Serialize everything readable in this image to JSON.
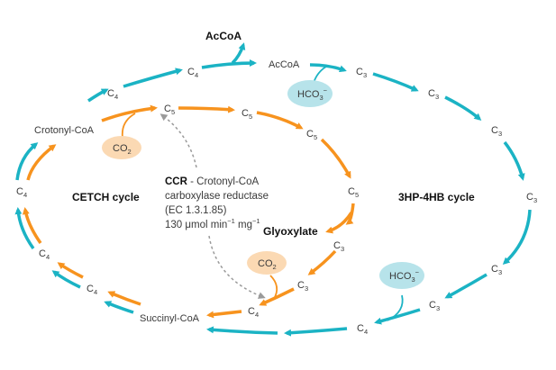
{
  "colors": {
    "teal": "#1bb3c4",
    "orange": "#f7931e",
    "co2_fill": "#fbd9b3",
    "hco3_fill": "#b7e3ea",
    "dashed": "#9a9a9a",
    "text": "#3a3a3a"
  },
  "title_products": {
    "accoa_top": "AcCoA",
    "glyoxylate": "Glyoxylate"
  },
  "cycles": {
    "cetch": "CETCH cycle",
    "hp4hb": "3HP-4HB cycle"
  },
  "metabolites": {
    "accoa": "AcCoA",
    "crotonyl_coa": "Crotonyl-CoA",
    "succinyl_coa": "Succinyl-CoA"
  },
  "carbon": {
    "C": "C",
    "n3": "3",
    "n4": "4",
    "n5": "5"
  },
  "cofactors": {
    "co2_main": "CO",
    "co2_sub": "2",
    "hco3_main": "HCO",
    "hco3_sub": "3",
    "hco3_sup": "−"
  },
  "ccr": {
    "abbr": "CCR",
    "line1_rest": " - Crotonyl-CoA",
    "line2": "carboxylase reductase",
    "line3": "(EC 1.3.1.85)",
    "line4_a": "130 μmol min",
    "line4_sup1": "−1",
    "line4_b": " mg",
    "line4_sup2": "−1"
  }
}
